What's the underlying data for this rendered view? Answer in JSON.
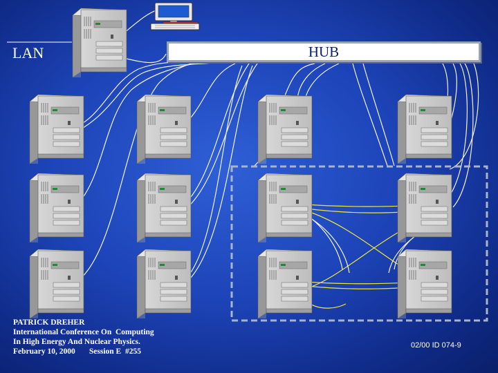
{
  "title": {
    "lan_label": "LAN",
    "hub_label": "HUB"
  },
  "credits": {
    "line1": "PATRICK DREHER",
    "line2": "International Conference On  Computing",
    "line3": "In High Energy And Nuclear Physics.",
    "line4": "February 10, 2000       Session E  #255"
  },
  "slide_id": "02/00 ID 074-9",
  "icons": {
    "workstation": "desktop-computer-icon",
    "server": "tower-server-icon"
  },
  "colors": {
    "background": "#1d44b8",
    "lan_cable": "#ffffff",
    "cluster_cable": "#f2e83a",
    "cluster_border": "#a8b4cc"
  }
}
